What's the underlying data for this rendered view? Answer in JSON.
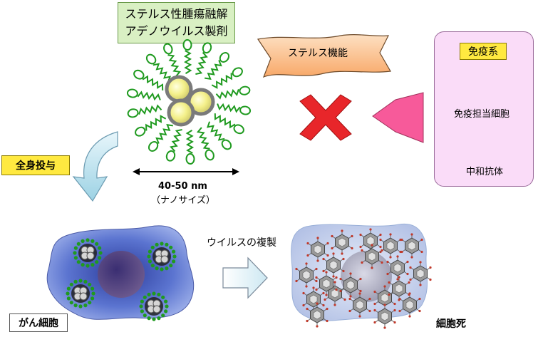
{
  "title": {
    "line1": "ステルス性腫瘍融解",
    "line2": "アデノウイルス製剤"
  },
  "stealth_banner": "ステルス機能",
  "immune_system": {
    "header": "免疫系",
    "immune_cells": "免疫担当細胞",
    "neutralizing_antibody": "中和抗体"
  },
  "systemic_admin": "全身投与",
  "size": {
    "range": "40-50 nm",
    "note": "（ナノサイズ）"
  },
  "virus_replication": "ウイルスの複製",
  "cancer_cell": "がん細胞",
  "cell_death": "細胞死",
  "colors": {
    "title_bg": "#d9f0c3",
    "banner": "#fbc89a",
    "block_x": "#e8262a",
    "pink_arrow": "#f75a9a",
    "immune_panel": "#fadcf8",
    "cancer_body": "#6b7fd0",
    "dead_cell_body": "#c9d4ee",
    "label_yellow": "#ffe940"
  }
}
